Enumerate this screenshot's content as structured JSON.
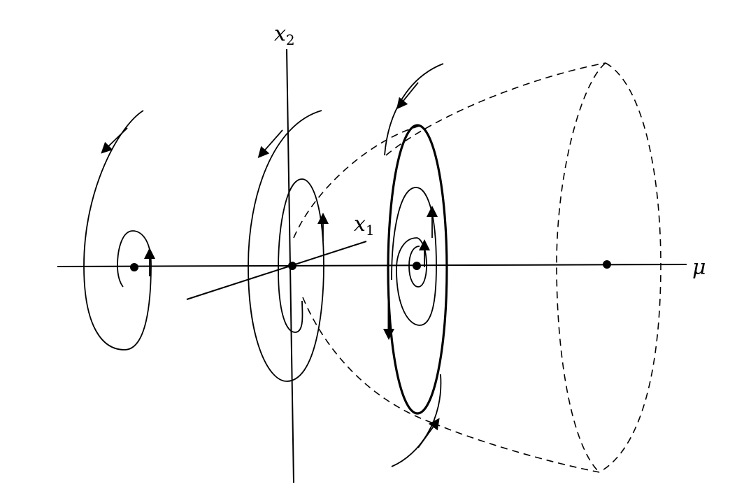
{
  "labels": {
    "x2": "x",
    "x2_sub": "2",
    "x1": "x",
    "x1_sub": "1",
    "mu": "μ"
  },
  "colors": {
    "ink": "#000000",
    "background": "#ffffff"
  }
}
